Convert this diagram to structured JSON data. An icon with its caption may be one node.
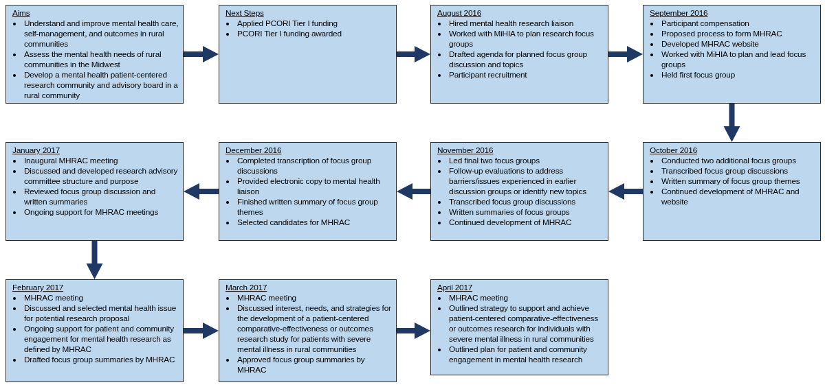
{
  "diagram": {
    "nodes": [
      {
        "text": [
          "Aims",
          "Understand and improve mental health care, self-management, and outcomes in rural communities",
          "Assess the mental health needs of rural communities in the Midwest",
          "Develop a mental health patient-centered research community and advisory board in a rural community"
        ]
      },
      {
        "text": [
          "Next Steps",
          "Applied PCORI Tier I funding",
          "PCORI Tier I funding awarded"
        ]
      },
      {
        "text": [
          "August 2016",
          "Hired mental health research liaison",
          "Worked with MiHIA to plan research focus groups",
          "Drafted agenda for planned focus group discussion and topics",
          "Participant recruitment"
        ]
      },
      {
        "text": [
          "September 2016",
          "Participant compensation",
          "Proposed process to form MHRAC",
          "Developed MHRAC website",
          "Worked with MiHIA to plan and lead focus groups",
          "Held first focus group"
        ]
      },
      {
        "text": [
          "January 2017",
          "Inaugural MHRAC meeting",
          "Discussed and developed research advisory committee structure and purpose",
          "Reviewed focus group discussion and written summaries",
          "Ongoing support for MHRAC meetings"
        ]
      },
      {
        "text": [
          "December 2016",
          "Completed transcription of focus group discussions",
          "Provided electronic copy to mental health liaison",
          "Finished written summary of focus group themes",
          "Selected candidates for MHRAC"
        ]
      },
      {
        "text": [
          "November 2016",
          "Led final two focus groups",
          "Follow-up evaluations to address barriers/issues experienced in earlier discussion groups or identify new topics",
          "Transcribed focus group discussions",
          "Written summaries of focus groups",
          "Continued development of MHRAC"
        ]
      },
      {
        "text": [
          "October 2016",
          "Conducted two additional focus groups",
          "Transcribed focus group discussions",
          "Written summary of focus group themes",
          "Continued development of MHRAC and website"
        ]
      },
      {
        "text": [
          "February 2017",
          "MHRAC meeting",
          "Discussed and selected mental health issue for potential research proposal",
          "Ongoing support for patient and community engagement for mental health research as defined by MHRAC",
          "Drafted focus group summaries by MHRAC"
        ]
      },
      {
        "text": [
          "March 2017",
          "MHRAC meeting",
          "Discussed interest, needs, and strategies for the development of a patient-centered comparative-effectiveness or outcomes research study for patients with severe mental illness in rural communities",
          "Approved focus group summaries by MHRAC"
        ]
      },
      {
        "text": [
          "April 2017",
          "MHRAC meeting",
          "Outlined strategy to support and achieve patient-centered comparative-effectiveness or outcomes research for individuals with severe mental illness in rural communities",
          "Outlined plan for patient and community engagement in mental health research"
        ]
      }
    ],
    "edges": [
      {
        "from": 0,
        "to": 1,
        "arrow": "to"
      },
      {
        "from": 1,
        "to": 2,
        "arrow": "to"
      },
      {
        "from": 2,
        "to": 3,
        "arrow": "to"
      },
      {
        "from": 3,
        "to": 7,
        "arrow": "to"
      },
      {
        "from": 7,
        "to": 6,
        "arrow": "to"
      },
      {
        "from": 6,
        "to": 5,
        "arrow": "to"
      },
      {
        "from": 5,
        "to": 4,
        "arrow": "to"
      },
      {
        "from": 4,
        "to": 8,
        "arrow": "to"
      },
      {
        "from": 8,
        "to": 9,
        "arrow": "to"
      },
      {
        "from": 9,
        "to": 10,
        "arrow": "to"
      }
    ]
  }
}
